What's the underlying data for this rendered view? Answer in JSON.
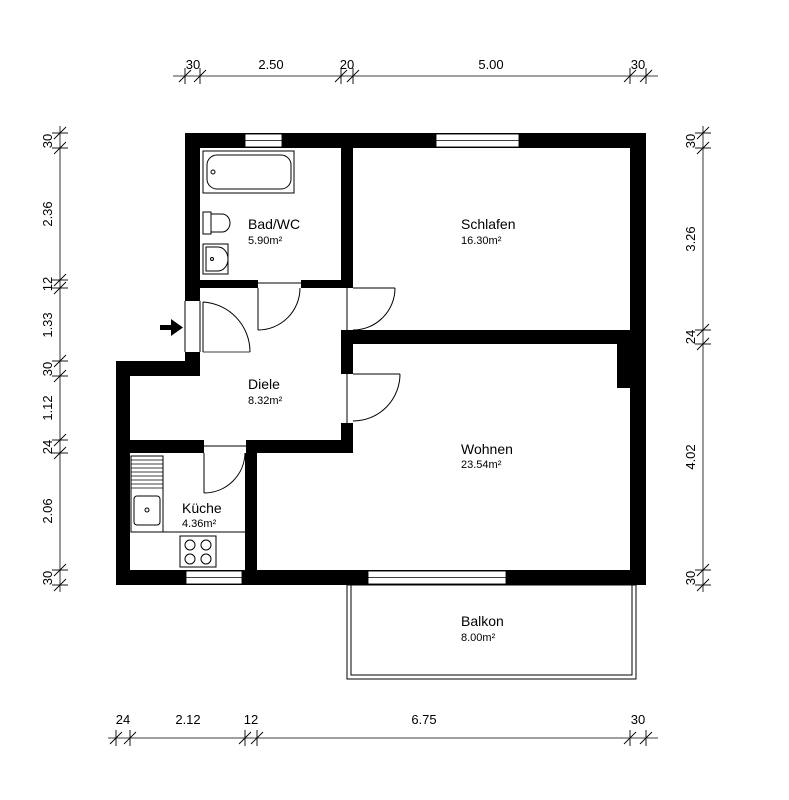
{
  "rooms": [
    {
      "id": "bad",
      "name": "Bad/WC",
      "area": "5.90m²"
    },
    {
      "id": "schlafen",
      "name": "Schlafen",
      "area": "16.30m²"
    },
    {
      "id": "diele",
      "name": "Diele",
      "area": "8.32m²"
    },
    {
      "id": "wohnen",
      "name": "Wohnen",
      "area": "23.54m²"
    },
    {
      "id": "kueche",
      "name": "Küche",
      "area": "4.36m²"
    },
    {
      "id": "balkon",
      "name": "Balkon",
      "area": "8.00m²"
    }
  ],
  "dimensions": {
    "top": [
      "30",
      "2.50",
      "20",
      "5.00",
      "30"
    ],
    "bottom": [
      "24",
      "2.12",
      "12",
      "6.75",
      "30"
    ],
    "left": [
      "30",
      "2.36",
      "12",
      "1.33",
      "30",
      "1.12",
      "24",
      "2.06",
      "30"
    ],
    "right": [
      "30",
      "3.26",
      "24",
      "4.02",
      "30"
    ]
  }
}
